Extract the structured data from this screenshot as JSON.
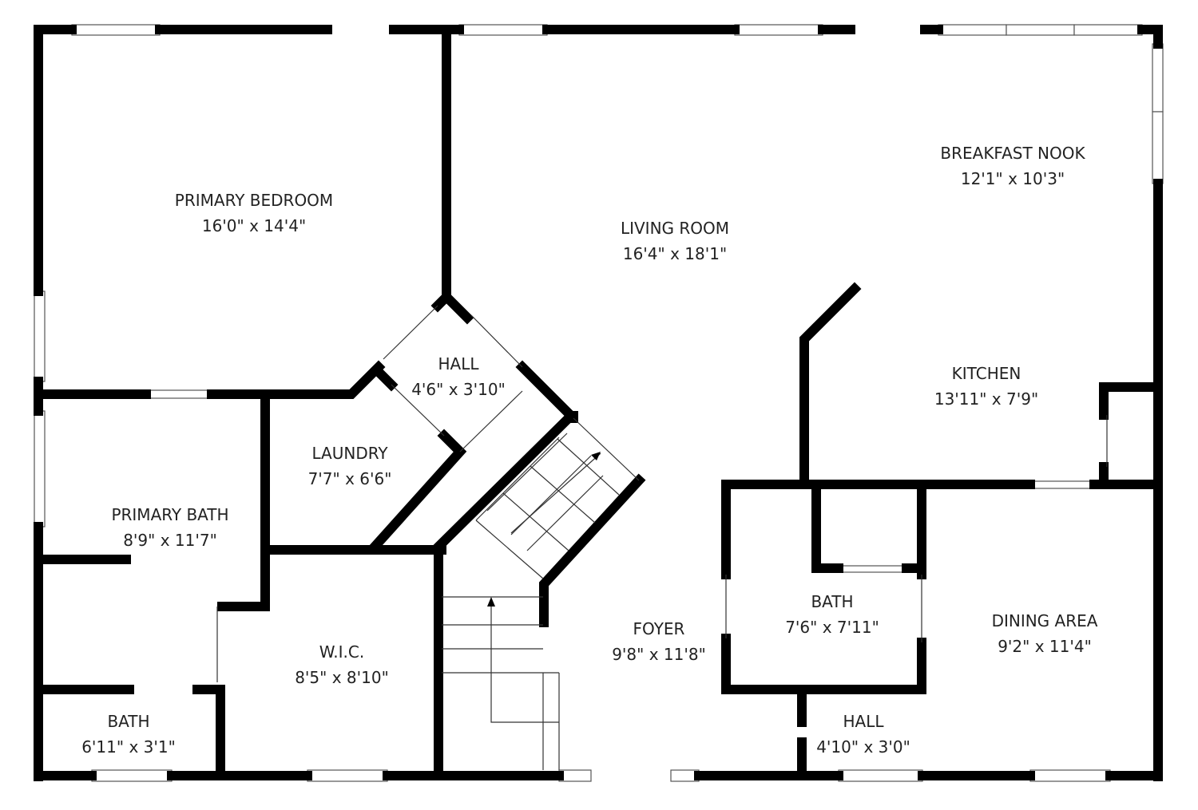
{
  "rooms": [
    {
      "name": "PRIMARY BEDROOM",
      "size": "16'0\" x 14'4\""
    },
    {
      "name": "LIVING ROOM",
      "size": "16'4\" x 18'1\""
    },
    {
      "name": "BREAKFAST NOOK",
      "size": "12'1\" x 10'3\""
    },
    {
      "name": "HALL",
      "size": "4'6\" x 3'10\""
    },
    {
      "name": "KITCHEN",
      "size": "13'11\" x 7'9\""
    },
    {
      "name": "LAUNDRY",
      "size": "7'7\" x 6'6\""
    },
    {
      "name": "PRIMARY BATH",
      "size": "8'9\" x 11'7\""
    },
    {
      "name": "BATH",
      "size": "7'6\" x 7'11\""
    },
    {
      "name": "DINING AREA",
      "size": "9'2\" x 11'4\""
    },
    {
      "name": "FOYER",
      "size": "9'8\" x 11'8\""
    },
    {
      "name": "W.I.C.",
      "size": "8'5\" x 8'10\""
    },
    {
      "name": "BATH",
      "size": "6'11\" x 3'1\""
    },
    {
      "name": "HALL",
      "size": "4'10\" x 3'0\""
    }
  ]
}
